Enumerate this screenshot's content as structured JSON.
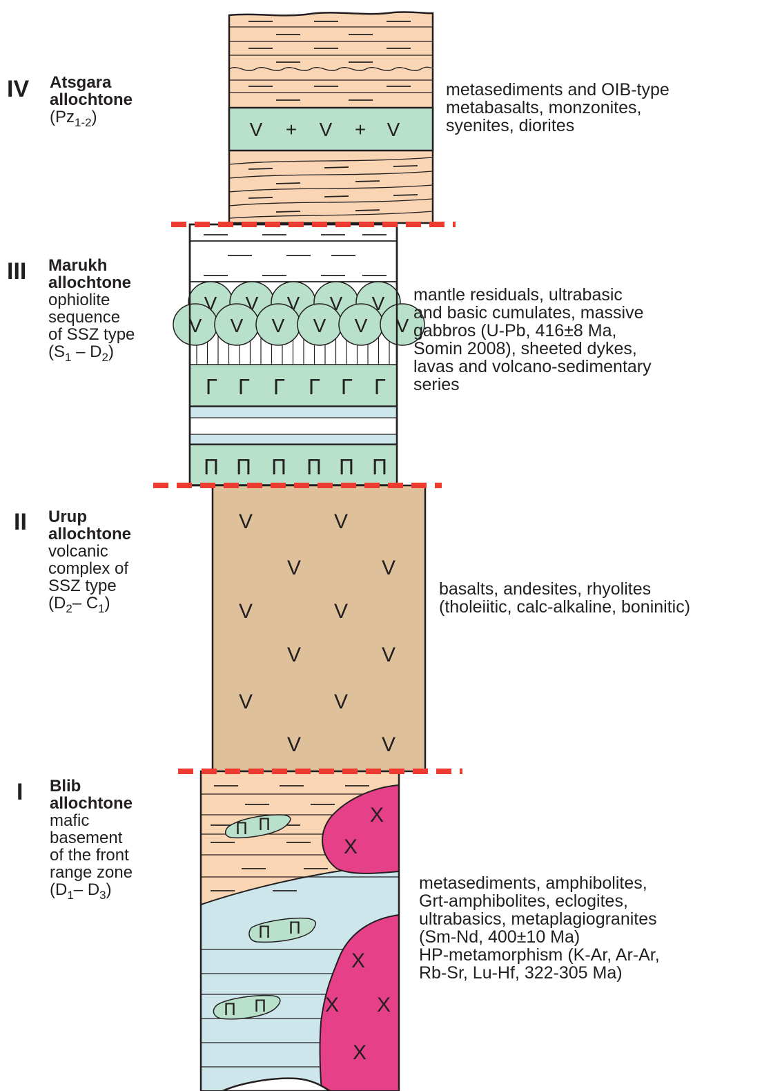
{
  "colors": {
    "sediment_peach": "#f9d5b3",
    "greenstone": "#b8e0cb",
    "light_blue": "#cde6ec",
    "volcanic_tan": "#dec19b",
    "granite_magenta": "#e64188",
    "boundary_red": "#ec3b30",
    "outline": "#231f20"
  },
  "units": [
    {
      "roman": "IV",
      "name_lines": [
        "Atsgara",
        "allochtone"
      ],
      "detail_lines": [],
      "age": {
        "prefix": "(Pz",
        "sub1": "1-2",
        "mid": "",
        "sub2": "",
        "suffix": ")"
      },
      "description": "metasediments and OIB-type\nmetabasalts, monzonites,\nsyenites, diorites"
    },
    {
      "roman": "III",
      "name_lines": [
        "Marukh",
        "allochtone"
      ],
      "detail_lines": [
        "ophiolite",
        "sequence",
        "of SSZ type"
      ],
      "age": {
        "prefix": "(S",
        "sub1": "1",
        "mid": " – D",
        "sub2": "2",
        "suffix": ")"
      },
      "description": "mantle residuals, ultrabasic\nand basic cumulates, massive\ngabbros (U-Pb, 416±8 Ma,\nSomin 2008), sheeted dykes,\nlavas and volcano-sedimentary\nseries"
    },
    {
      "roman": "II",
      "name_lines": [
        "Urup",
        "allochtone"
      ],
      "detail_lines": [
        "volcanic",
        "complex of",
        "SSZ type"
      ],
      "age": {
        "prefix": "(D",
        "sub1": "2",
        "mid": "– C",
        "sub2": "1",
        "suffix": ")"
      },
      "description": "basalts, andesites, rhyolites\n(tholeiitic, calc-alkaline, boninitic)"
    },
    {
      "roman": "I",
      "name_lines": [
        "Blib",
        "allochtone"
      ],
      "detail_lines": [
        "mafic",
        "basement",
        "of the front",
        "range zone"
      ],
      "age": {
        "prefix": "(D",
        "sub1": "1",
        "mid": "– D",
        "sub2": "3",
        "suffix": ")"
      },
      "description": "metasediments, amphibolites,\nGrt-amphibolites, eclogites,\nultrabasics, metaplagiogranites\n(Sm-Nd, 400±10 Ma)\nHP-metamorphism (K-Ar, Ar-Ar,\nRb-Sr, Lu-Hf, 322-305 Ma)"
    }
  ],
  "symbols": {
    "volcanic": "V",
    "plus": "+",
    "granite": "X",
    "gabbro": "Γ",
    "dyke": "Π",
    "shale": "—"
  }
}
